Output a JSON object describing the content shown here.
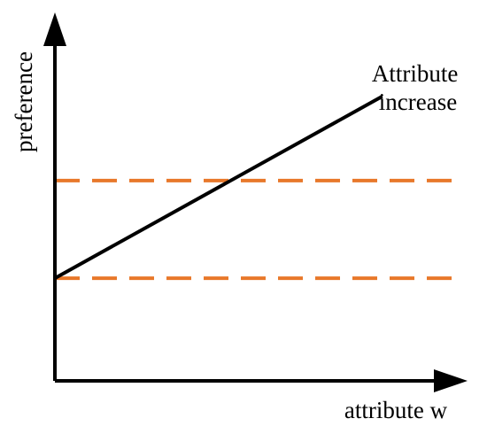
{
  "colors": {
    "axis": "#000000",
    "trend_line": "#000000",
    "reference_lines": "#e8782a"
  },
  "chart_data": {
    "type": "line",
    "xlabel": "attribute w",
    "ylabel": "preference",
    "tick_labels": "none",
    "grid": false,
    "legend": "none",
    "series": [
      {
        "style": "solid",
        "color": "#000000",
        "label": "Attribute increase",
        "label_lines": [
          "Attribute",
          "increase"
        ],
        "points": [
          {
            "x": 0,
            "y": 0.305
          },
          {
            "x": 0.8,
            "y": 0.845
          }
        ]
      }
    ],
    "reference_lines": [
      {
        "orientation": "horizontal",
        "y": 0.305,
        "style": "dashed",
        "color": "#e8782a"
      },
      {
        "orientation": "horizontal",
        "y": 0.595,
        "style": "dashed",
        "color": "#e8782a"
      }
    ],
    "xlim": [
      0,
      1
    ],
    "ylim": [
      0,
      1
    ]
  }
}
